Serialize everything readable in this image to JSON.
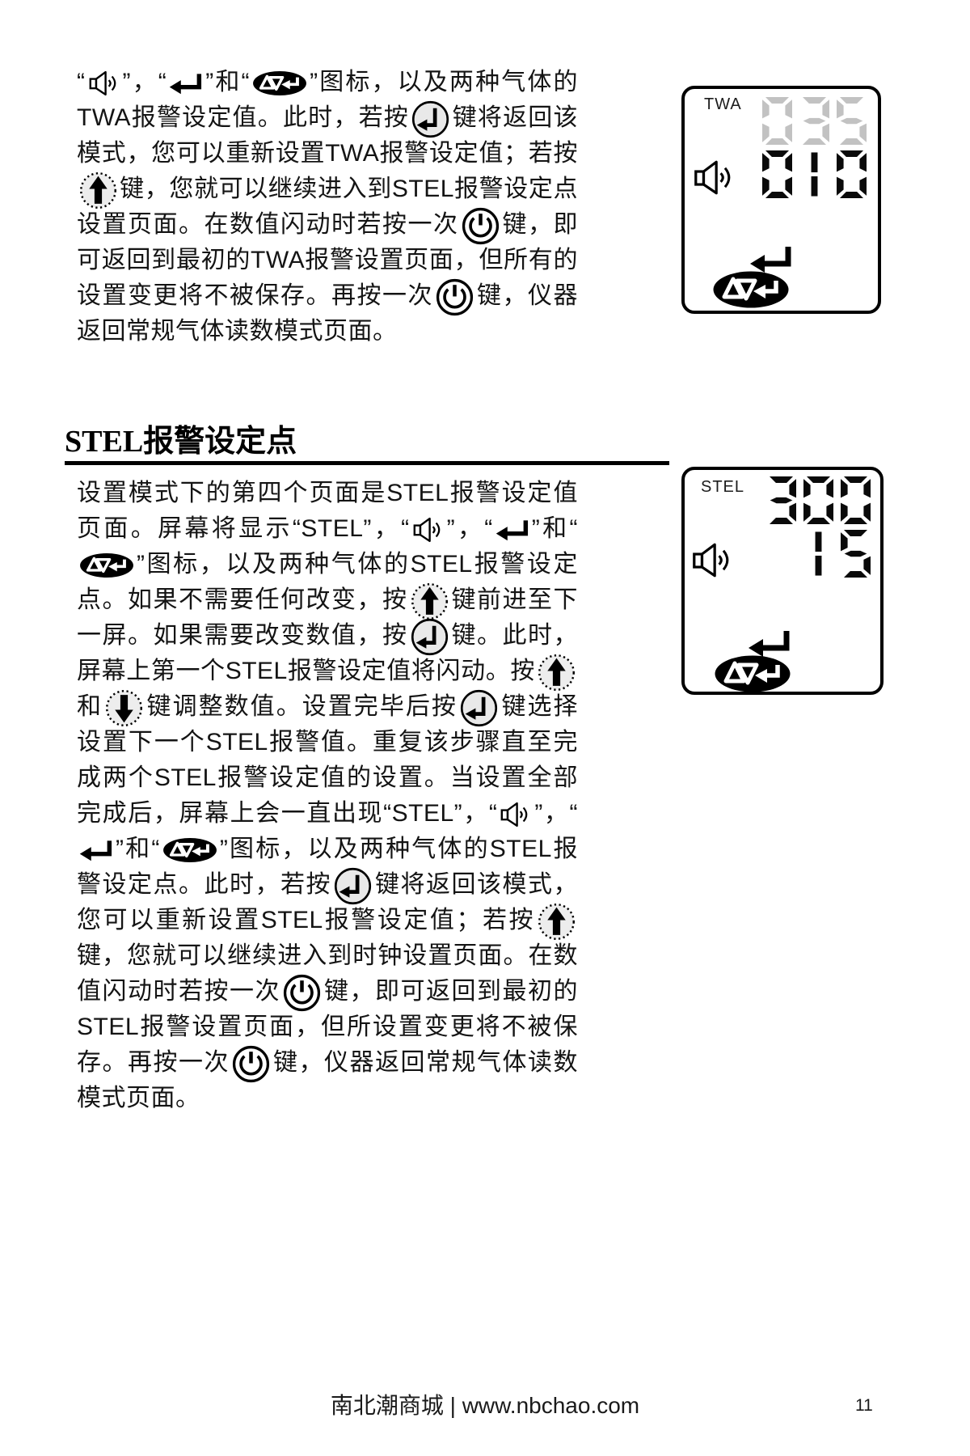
{
  "colors": {
    "segment_on": "#0a0a0a",
    "segment_ghost": "#c2c2c2",
    "button_fill": "#e9e9e9",
    "text": "#141414"
  },
  "icons": {
    "speaker": "speaker-icon",
    "enter-arrow": "enter-return-arrow-icon",
    "alarm-oval": "alarm-setpoint-mode-icon",
    "enter-key": "enter-key-button-icon",
    "up-key": "up-arrow-key-icon",
    "down-key": "down-arrow-key-icon",
    "power-key": "power-key-icon"
  },
  "twa_section": {
    "paragraph_runs": [
      {
        "t": "“"
      },
      {
        "i": "speaker"
      },
      {
        "t": "”，“"
      },
      {
        "i": "enter-arrow"
      },
      {
        "t": "”和“"
      },
      {
        "i": "alarm-oval"
      },
      {
        "t": "”图标，以及两种气体的TWA报警设定值。此时，若按"
      },
      {
        "i": "enter-key"
      },
      {
        "t": "键将返回该模式，您可以重新设置TWA报警设定值；若按"
      },
      {
        "i": "up-key"
      },
      {
        "t": "键，您就可以继续进入到STEL报警设定点设置页面。在数值闪动时若按一次"
      },
      {
        "i": "power-key"
      },
      {
        "t": "键，即可返回到最初的TWA报警设置页面，但所有的设置变更将不被保存。再按一次"
      },
      {
        "i": "power-key"
      },
      {
        "t": "键，仪器返回常规气体读数模式页面。"
      }
    ],
    "lcd": {
      "label": "TWA",
      "ghost_value": "035",
      "value": "010"
    }
  },
  "stel_section": {
    "heading": "STEL报警设定点",
    "paragraph_runs": [
      {
        "t": "设置模式下的第四个页面是STEL报警设定值页面。屏幕将显示“STEL”，“"
      },
      {
        "i": "speaker"
      },
      {
        "t": "”，“"
      },
      {
        "i": "enter-arrow"
      },
      {
        "t": "”和“"
      },
      {
        "i": "alarm-oval"
      },
      {
        "t": "”图标，以及两种气体的STEL报警设定点。如果不需要任何改变，按"
      },
      {
        "i": "up-key"
      },
      {
        "t": "键前进至下一屏。如果需要改变数值，按"
      },
      {
        "i": "enter-key"
      },
      {
        "t": "键。此时，屏幕上第一个STEL报警设定值将闪动。按"
      },
      {
        "i": "up-key"
      },
      {
        "t": "和"
      },
      {
        "i": "down-key"
      },
      {
        "t": "键调整数值。设置完毕后按"
      },
      {
        "i": "enter-key"
      },
      {
        "t": "键选择设置下一个STEL报警值。重复该步骤直至完成两个STEL报警设定值的设置。当设置全部完成后，屏幕上会一直出现“STEL”，“"
      },
      {
        "i": "speaker"
      },
      {
        "t": "”，“"
      },
      {
        "i": "enter-arrow"
      },
      {
        "t": "”和“"
      },
      {
        "i": "alarm-oval"
      },
      {
        "t": "”图标，以及两种气体的STEL报警设定点。此时，若按"
      },
      {
        "i": "enter-key"
      },
      {
        "t": "键将返回该模式，您可以重新设置STEL报警设定值；若按"
      },
      {
        "i": "up-key"
      },
      {
        "t": "键，您就可以继续进入到时钟设置页面。在数值闪动时若按一次"
      },
      {
        "i": "power-key"
      },
      {
        "t": "键，即可返回到最初的STEL报警设置页面，但所设置变更将不被保存。再按一次"
      },
      {
        "i": "power-key"
      },
      {
        "t": "键，仪器返回常规气体读数模式页面。"
      }
    ],
    "lcd": {
      "label": "STEL",
      "value_line1": "300",
      "value_line2": "15"
    }
  },
  "footer": {
    "site": "南北潮商城 | www.nbchao.com",
    "page_number": "11"
  }
}
